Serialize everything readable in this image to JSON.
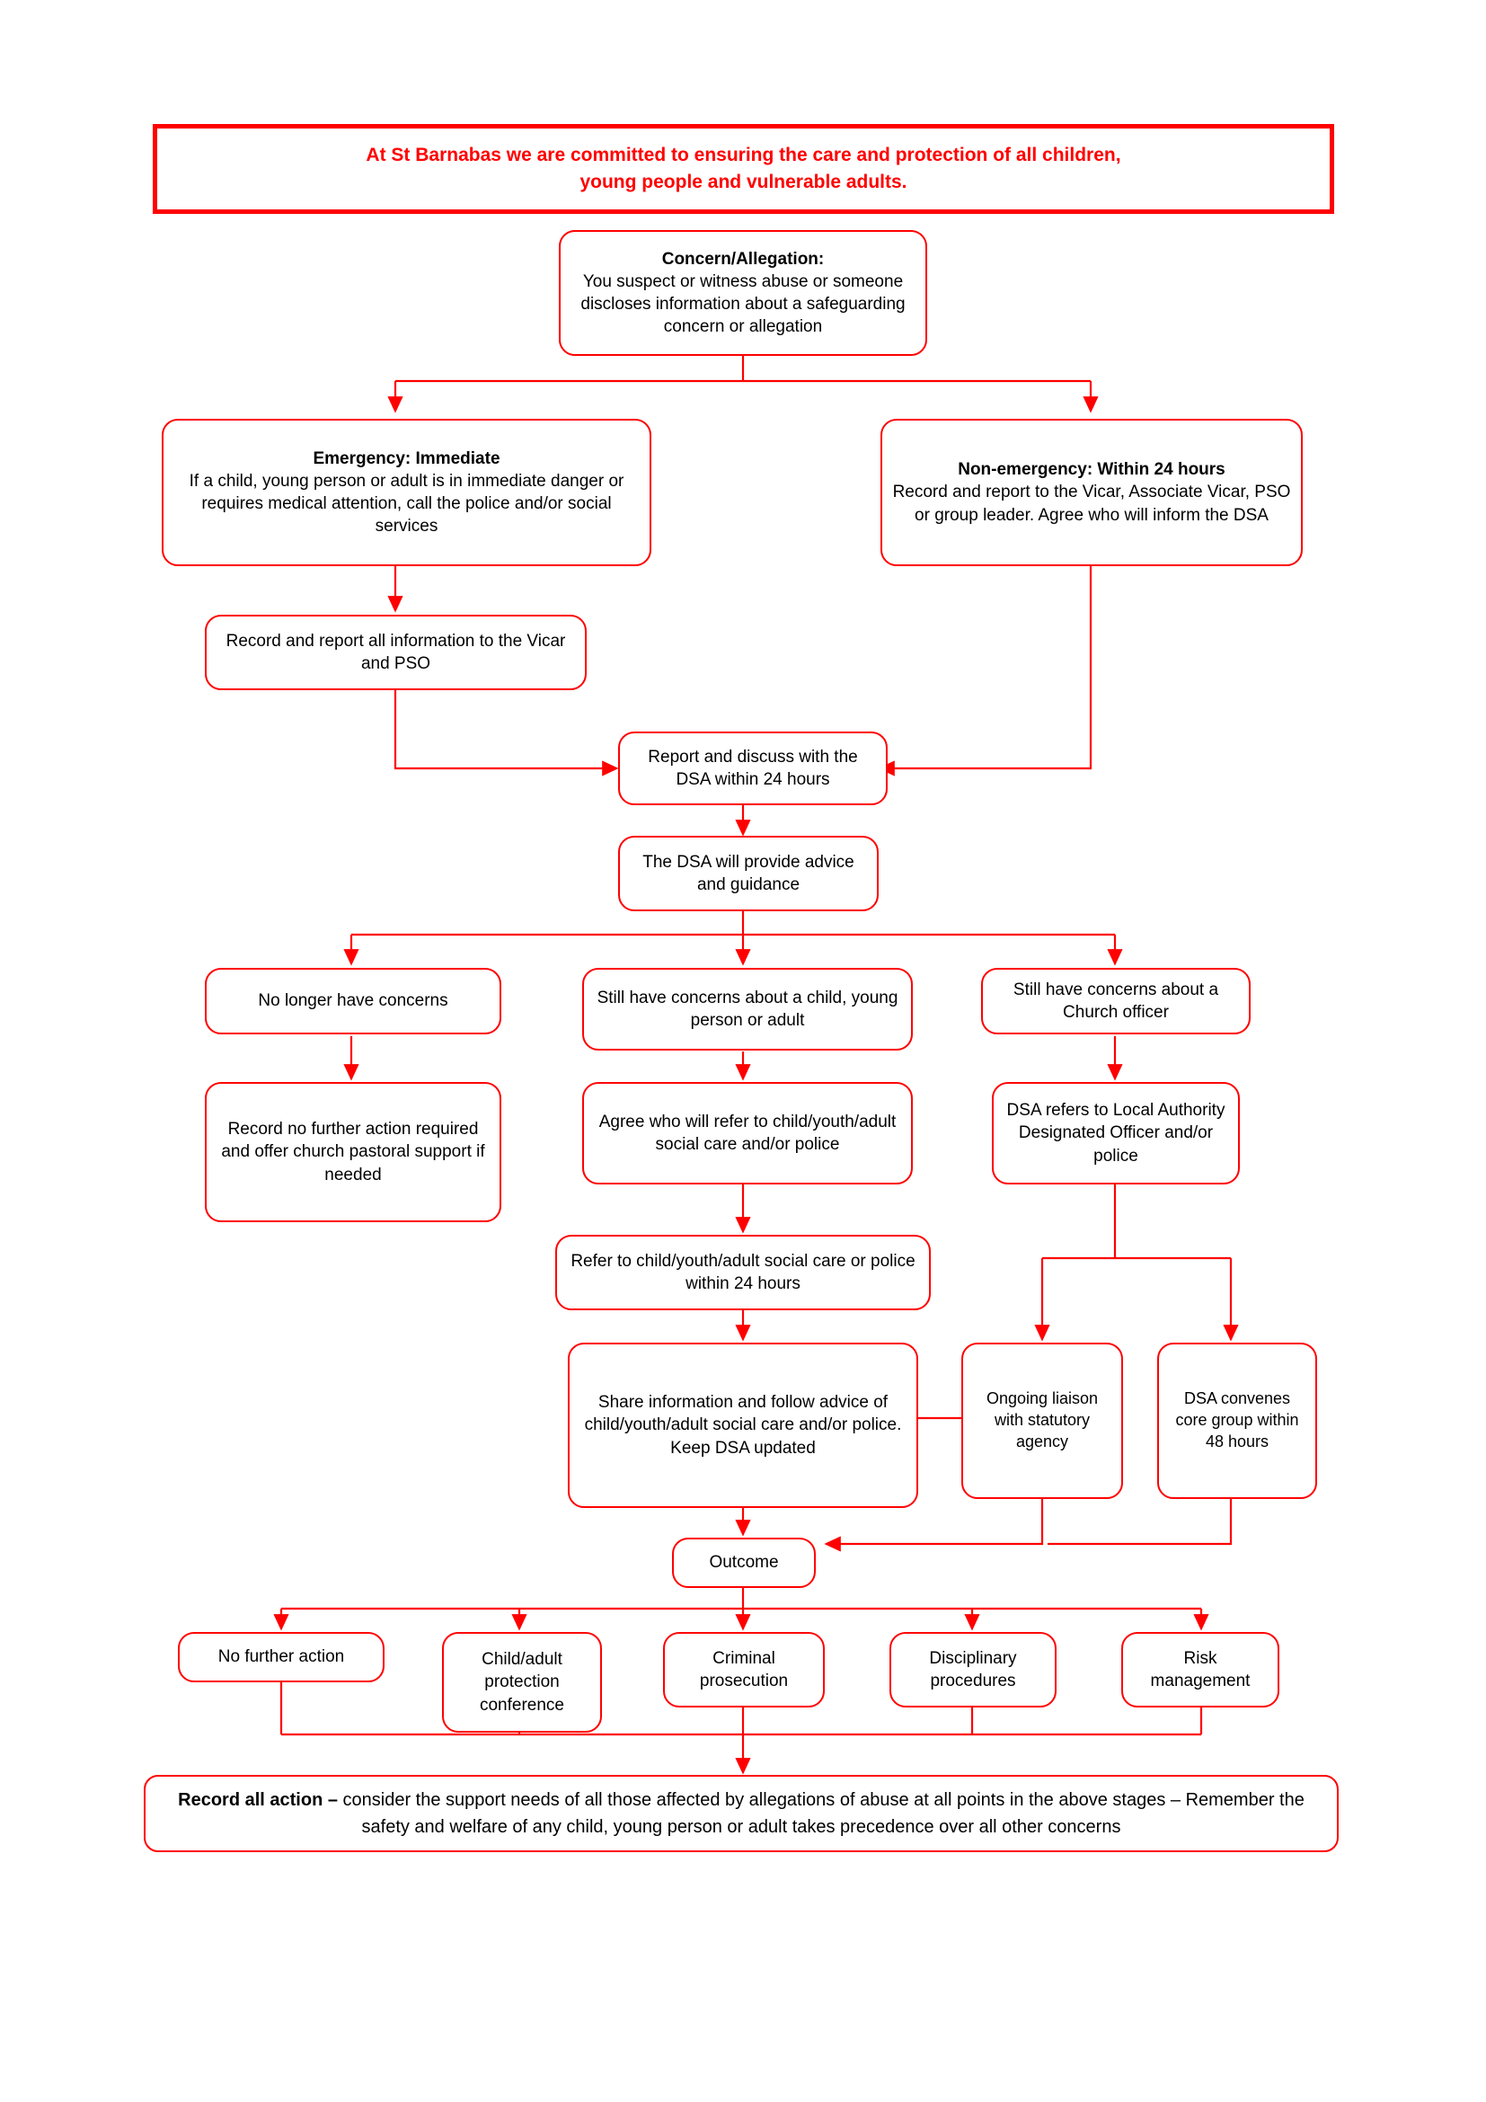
{
  "colors": {
    "accent": "#ff0000",
    "text": "#000000",
    "background": "#ffffff"
  },
  "header_banner": {
    "line1": "At St Barnabas we are committed to ensuring the care and protection of all children,",
    "line2": "young people and vulnerable adults."
  },
  "nodes": {
    "concern": {
      "title": "Concern/Allegation:",
      "body": "You suspect or witness abuse or someone discloses information about a safeguarding concern or allegation"
    },
    "emergency": {
      "title": "Emergency: Immediate",
      "body": "If a child, young person or adult is in immediate danger or requires medical attention, call the police and/or social services"
    },
    "non_emergency": {
      "title": "Non-emergency: Within 24 hours",
      "body": "Record and report to the Vicar, Associate Vicar, PSO or group leader. Agree who will inform the DSA"
    },
    "record_report_vicar_pso": {
      "body": "Record and report all information to the Vicar and PSO"
    },
    "report_discuss_dsa": {
      "body": "Report and discuss with the DSA within 24 hours"
    },
    "dsa_advice": {
      "body": "The DSA will provide advice and guidance"
    },
    "no_longer_concerns": {
      "body": "No longer have concerns"
    },
    "still_concerns_person": {
      "body": "Still have concerns about a child, young person or adult"
    },
    "still_concerns_officer": {
      "body": "Still have concerns about a Church officer"
    },
    "record_no_further_action": {
      "body": "Record no further action required and offer church pastoral support if needed"
    },
    "agree_who_refer": {
      "body": "Agree who will refer to child/youth/adult social care and/or police"
    },
    "dsa_refers_lado": {
      "body": "DSA refers to Local Authority Designated Officer and/or police"
    },
    "refer_within_24": {
      "body": "Refer to child/youth/adult social care or police within 24 hours"
    },
    "share_information": {
      "body": "Share information and follow advice of child/youth/adult social care and/or police. Keep DSA updated"
    },
    "ongoing_liaison": {
      "body": "Ongoing liaison with statutory agency"
    },
    "dsa_core_group": {
      "body": "DSA convenes core group within 48 hours"
    },
    "outcome": {
      "body": "Outcome"
    },
    "no_further_action": {
      "body": "No further action"
    },
    "protection_conference": {
      "body": "Child/adult protection conference"
    },
    "criminal_prosecution": {
      "body": "Criminal prosecution"
    },
    "disciplinary_procedures": {
      "body": "Disciplinary procedures"
    },
    "risk_management": {
      "body": "Risk management"
    }
  },
  "footer_banner": {
    "bold_lead": "Record all action – ",
    "rest": "consider the support needs of all those affected by allegations of abuse at all points in the above stages – Remember the safety and welfare of any child, young person or adult takes precedence over all other concerns"
  }
}
